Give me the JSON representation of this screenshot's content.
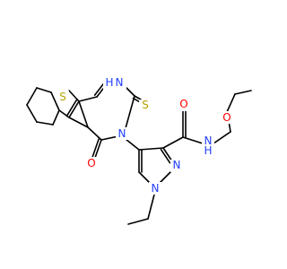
{
  "molecule": {
    "atoms": {
      "s_ring": {
        "text": "S",
        "color": "#b8a100"
      },
      "nh_ring": {
        "text": "H",
        "color": "#1f3dff"
      },
      "n_nh": {
        "text": "N",
        "color": "#1f3dff"
      },
      "s_thione": {
        "text": "S",
        "color": "#b8a100"
      },
      "n3": {
        "text": "N",
        "color": "#1f3dff"
      },
      "o_carbonyl": {
        "text": "O",
        "color": "#ff0000"
      },
      "o_amide": {
        "text": "O",
        "color": "#ff0000"
      },
      "n_amide": {
        "text": "N",
        "color": "#1f3dff"
      },
      "h_amide": {
        "text": "H",
        "color": "#1f3dff"
      },
      "o_methoxy": {
        "text": "O",
        "color": "#ff0000"
      },
      "n_pyr2": {
        "text": "N",
        "color": "#1f3dff"
      },
      "n_pyr1": {
        "text": "N",
        "color": "#1f3dff"
      }
    },
    "bond_color": "#000000"
  }
}
